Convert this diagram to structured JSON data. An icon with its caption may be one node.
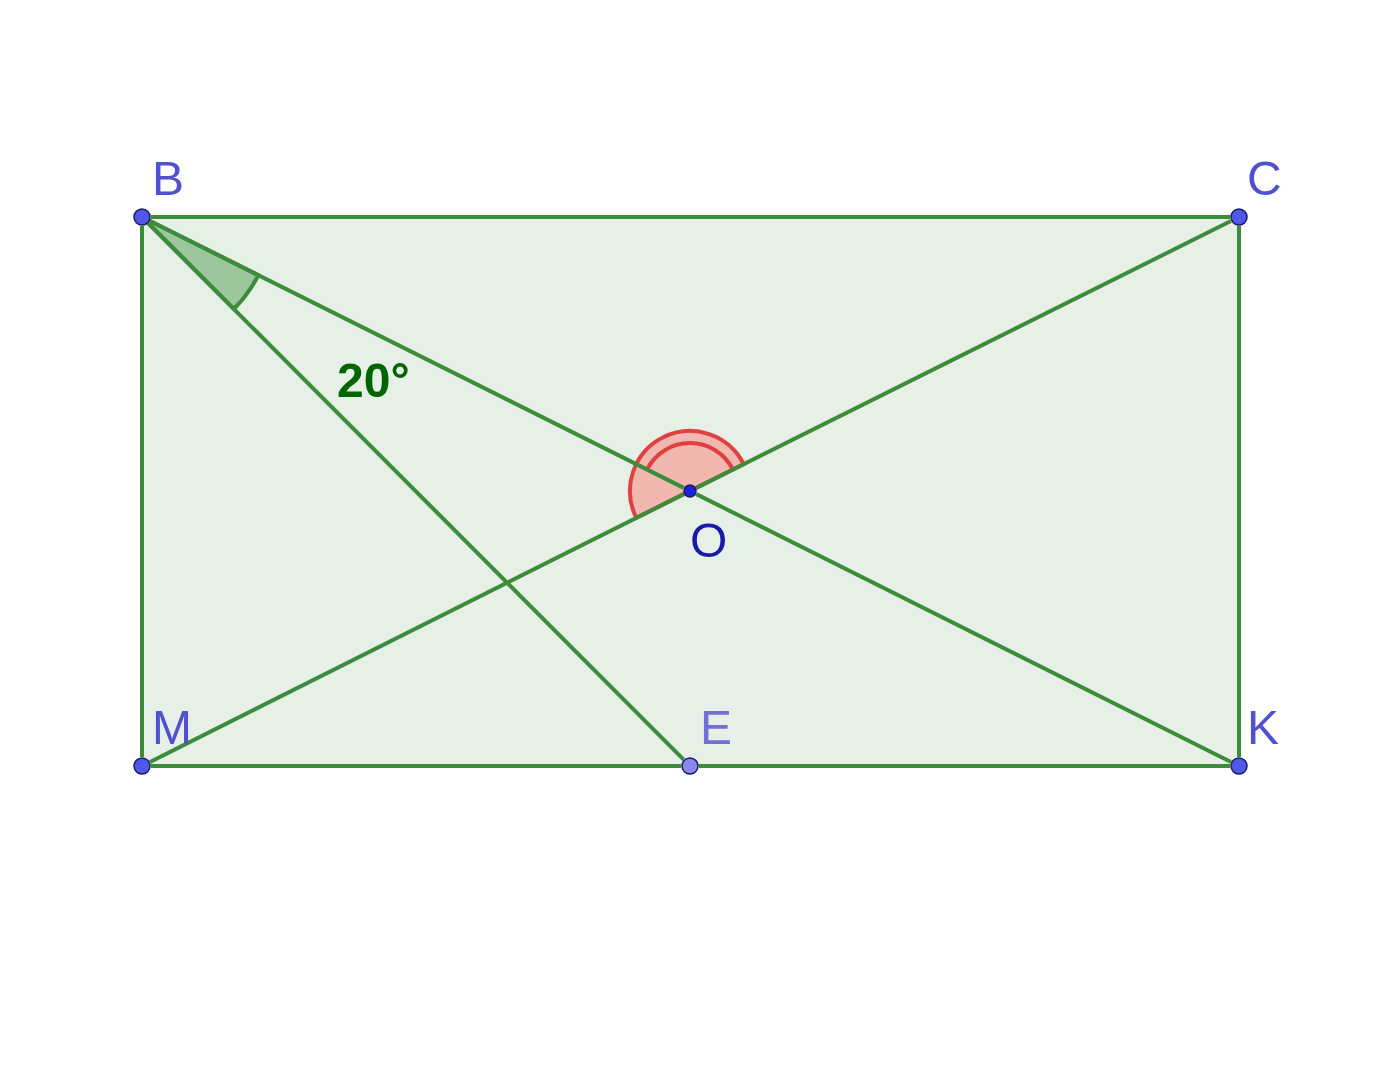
{
  "diagram": {
    "nodes": [
      {
        "text": [
          "B"
        ]
      },
      {
        "text": [
          "C"
        ]
      },
      {
        "text": [
          "O"
        ]
      },
      {
        "text": [
          "M"
        ]
      },
      {
        "text": [
          "E"
        ]
      },
      {
        "text": [
          "K"
        ]
      }
    ],
    "edges": [
      {
        "from": 0,
        "to": 1,
        "arrow": "none"
      },
      {
        "from": 1,
        "to": 5,
        "arrow": "none"
      },
      {
        "from": 5,
        "to": 4,
        "arrow": "none"
      },
      {
        "from": 4,
        "to": 3,
        "arrow": "none"
      },
      {
        "from": 3,
        "to": 0,
        "arrow": "none"
      },
      {
        "from": 0,
        "to": 2,
        "arrow": "none"
      },
      {
        "from": 2,
        "to": 5,
        "arrow": "none"
      },
      {
        "from": 1,
        "to": 2,
        "arrow": "none"
      },
      {
        "from": 2,
        "to": 3,
        "arrow": "none"
      },
      {
        "from": 0,
        "to": 4,
        "arrow": "none"
      }
    ],
    "labels": [
      "20°"
    ]
  }
}
